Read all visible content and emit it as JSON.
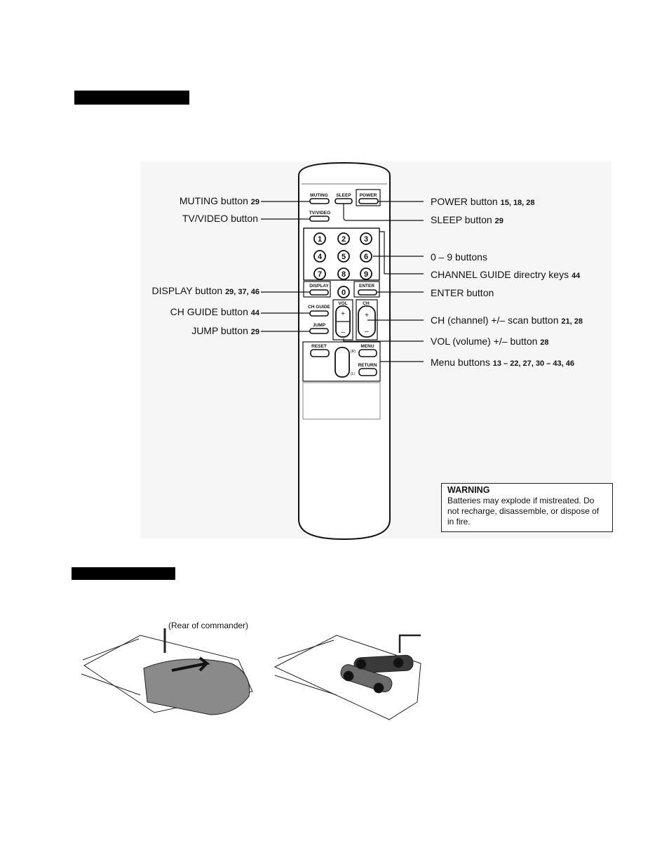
{
  "labels_left": {
    "muting": "MUTING button",
    "tvvideo": "TV/VIDEO button",
    "display": "DISPLAY button",
    "chguide": "CH GUIDE button",
    "jump": "JUMP button"
  },
  "labels_right": {
    "power": "POWER button",
    "sleep": "SLEEP button",
    "digits": "0 – 9 buttons",
    "channel_guide": "CHANNEL GUIDE directry keys",
    "enter": "ENTER button",
    "ch": "CH (channel) +/– scan button",
    "vol": "VOL (volume) +/– button",
    "menu": "Menu buttons"
  },
  "remote_keys": {
    "muting": "MUTING",
    "sleep": "SLEEP",
    "power": "POWER",
    "tvvideo": "TV/VIDEO",
    "digits": [
      "1",
      "2",
      "3",
      "4",
      "5",
      "6",
      "7",
      "8",
      "9",
      "0"
    ],
    "display": "DISPLAY",
    "enter": "ENTER",
    "chguide": "CH GUIDE",
    "jump": "JUMP",
    "vol": "VOL",
    "ch": "CH",
    "reset": "RESET",
    "menu": "MENU",
    "return": "RETURN",
    "plus": "+",
    "minus": "–",
    "r_mark": "(R)",
    "l_mark": "(L)"
  },
  "warning": {
    "title": "WARNING",
    "text": "Batteries may explode if mistreated. Do not recharge, disassemble, or dispose of in fire."
  },
  "illustration": {
    "rear_label": "(Rear of commander)"
  },
  "refs": {
    "muting": "29",
    "display": "29, 37, 46",
    "chguide": "44",
    "jump": "29",
    "power": "15, 18, 28",
    "sleep": "29",
    "channel_guide": "44",
    "ch": "21, 28",
    "vol": "28",
    "menu": "13 – 22, 27, 30 – 43, 46"
  }
}
